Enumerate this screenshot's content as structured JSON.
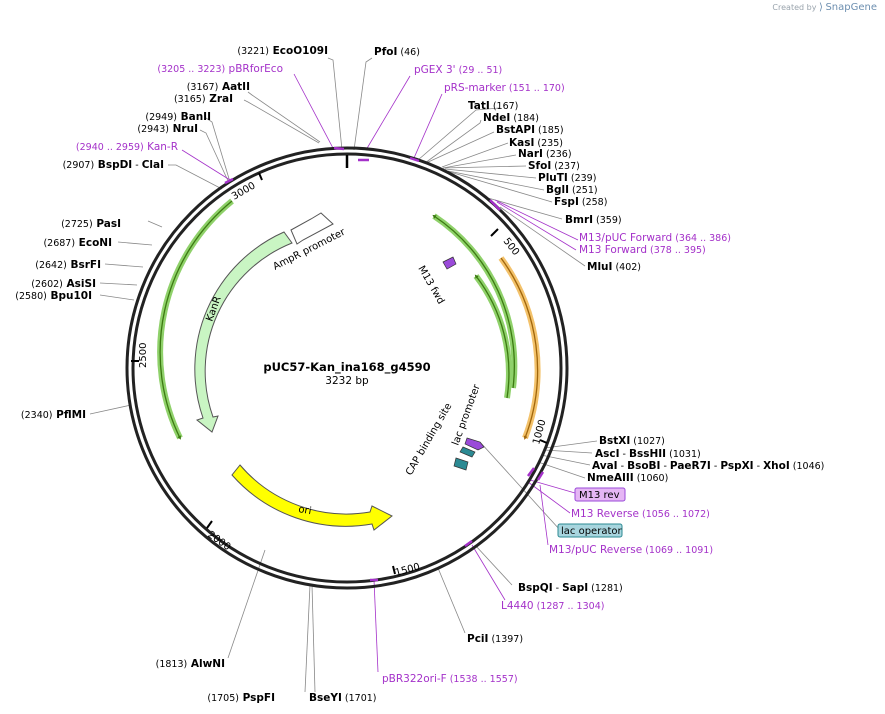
{
  "brand": {
    "created_by": "Created by",
    "name": "SnapGene"
  },
  "plasmid": {
    "name": "pUC57-Kan_ina168_g4590",
    "length": "3232 bp"
  },
  "ticks": [
    "500",
    "1000",
    "1500",
    "2000",
    "2500",
    "3000"
  ],
  "features": {
    "ampr_promoter": "AmpR promoter",
    "kanr": "KanR",
    "ori": "ori",
    "m13_fwd": "M13 fwd",
    "lac_promoter": "lac promoter",
    "cap_site": "CAP binding site"
  },
  "enzymes": [
    {
      "parts": [
        {
          "t": "(3221)",
          "k": "pos"
        },
        {
          "t": " EcoO109I",
          "k": "enz"
        }
      ]
    },
    {
      "parts": [
        {
          "t": "PfoI",
          "k": "enz"
        },
        {
          "t": "  (46)",
          "k": "pos"
        }
      ]
    },
    {
      "parts": [
        {
          "t": "(3167)",
          "k": "pos"
        },
        {
          "t": " AatII",
          "k": "enz"
        }
      ]
    },
    {
      "parts": [
        {
          "t": "(3165)",
          "k": "pos"
        },
        {
          "t": " ZraI",
          "k": "enz"
        }
      ]
    },
    {
      "parts": [
        {
          "t": "(2949)",
          "k": "pos"
        },
        {
          "t": " BanII",
          "k": "enz"
        }
      ]
    },
    {
      "parts": [
        {
          "t": "(2943)",
          "k": "pos"
        },
        {
          "t": " NruI",
          "k": "enz"
        }
      ]
    },
    {
      "parts": [
        {
          "t": "(2907)",
          "k": "pos"
        },
        {
          "t": " BspDI",
          "k": "enz"
        },
        {
          "t": "  - ",
          "k": "pos"
        },
        {
          "t": "ClaI",
          "k": "enz"
        }
      ]
    },
    {
      "parts": [
        {
          "t": "TatI",
          "k": "enz"
        },
        {
          "t": "  (167)",
          "k": "pos"
        }
      ]
    },
    {
      "parts": [
        {
          "t": "NdeI",
          "k": "enz"
        },
        {
          "t": "  (184)",
          "k": "pos"
        }
      ]
    },
    {
      "parts": [
        {
          "t": "BstAPI",
          "k": "enz"
        },
        {
          "t": "  (185)",
          "k": "pos"
        }
      ]
    },
    {
      "parts": [
        {
          "t": "KasI",
          "k": "enz"
        },
        {
          "t": "  (235)",
          "k": "pos"
        }
      ]
    },
    {
      "parts": [
        {
          "t": "NarI",
          "k": "enz"
        },
        {
          "t": "  (236)",
          "k": "pos"
        }
      ]
    },
    {
      "parts": [
        {
          "t": "SfoI",
          "k": "enz"
        },
        {
          "t": "  (237)",
          "k": "pos"
        }
      ]
    },
    {
      "parts": [
        {
          "t": "PluTI",
          "k": "enz"
        },
        {
          "t": "  (239)",
          "k": "pos"
        }
      ]
    },
    {
      "parts": [
        {
          "t": "BglI",
          "k": "enz"
        },
        {
          "t": "  (251)",
          "k": "pos"
        }
      ]
    },
    {
      "parts": [
        {
          "t": "FspI",
          "k": "enz"
        },
        {
          "t": "  (258)",
          "k": "pos"
        }
      ]
    },
    {
      "parts": [
        {
          "t": "BmrI",
          "k": "enz"
        },
        {
          "t": "  (359)",
          "k": "pos"
        }
      ]
    },
    {
      "parts": [
        {
          "t": "MluI",
          "k": "enz"
        },
        {
          "t": "  (402)",
          "k": "pos"
        }
      ]
    },
    {
      "parts": [
        {
          "t": "(2725)",
          "k": "pos"
        },
        {
          "t": " PasI",
          "k": "enz"
        }
      ]
    },
    {
      "parts": [
        {
          "t": "(2687)",
          "k": "pos"
        },
        {
          "t": " EcoNI",
          "k": "enz"
        }
      ]
    },
    {
      "parts": [
        {
          "t": "(2642)",
          "k": "pos"
        },
        {
          "t": " BsrFI",
          "k": "enz"
        }
      ]
    },
    {
      "parts": [
        {
          "t": "(2602)",
          "k": "pos"
        },
        {
          "t": " AsiSI",
          "k": "enz"
        }
      ]
    },
    {
      "parts": [
        {
          "t": "(2580)",
          "k": "pos"
        },
        {
          "t": " Bpu10I",
          "k": "enz"
        }
      ]
    },
    {
      "parts": [
        {
          "t": "(2340)",
          "k": "pos"
        },
        {
          "t": " PflMI",
          "k": "enz"
        }
      ]
    },
    {
      "parts": [
        {
          "t": "BstXI",
          "k": "enz"
        },
        {
          "t": "  (1027)",
          "k": "pos"
        }
      ]
    },
    {
      "parts": [
        {
          "t": "AscI",
          "k": "enz"
        },
        {
          "t": "  - ",
          "k": "pos"
        },
        {
          "t": "BssHII",
          "k": "enz"
        },
        {
          "t": "  (1031)",
          "k": "pos"
        }
      ]
    },
    {
      "parts": [
        {
          "t": "AvaI",
          "k": "enz"
        },
        {
          "t": "  - ",
          "k": "pos"
        },
        {
          "t": "BsoBI",
          "k": "enz"
        },
        {
          "t": "  - ",
          "k": "pos"
        },
        {
          "t": "PaeR7I",
          "k": "enz"
        },
        {
          "t": "  - ",
          "k": "pos"
        },
        {
          "t": "PspXI",
          "k": "enz"
        },
        {
          "t": "  - ",
          "k": "pos"
        },
        {
          "t": "XhoI",
          "k": "enz"
        },
        {
          "t": "  (1046)",
          "k": "pos"
        }
      ]
    },
    {
      "parts": [
        {
          "t": "NmeAIII",
          "k": "enz"
        },
        {
          "t": "  (1060)",
          "k": "pos"
        }
      ]
    },
    {
      "parts": [
        {
          "t": "BspQI",
          "k": "enz"
        },
        {
          "t": "  - ",
          "k": "pos"
        },
        {
          "t": "SapI",
          "k": "enz"
        },
        {
          "t": "  (1281)",
          "k": "pos"
        }
      ]
    },
    {
      "parts": [
        {
          "t": "PciI",
          "k": "enz"
        },
        {
          "t": "  (1397)",
          "k": "pos"
        }
      ]
    },
    {
      "parts": [
        {
          "t": "(1813)",
          "k": "pos"
        },
        {
          "t": " AlwNI",
          "k": "enz"
        }
      ]
    },
    {
      "parts": [
        {
          "t": "(1705)",
          "k": "pos"
        },
        {
          "t": " PspFI",
          "k": "enz"
        }
      ]
    },
    {
      "parts": [
        {
          "t": "BseYI",
          "k": "enz"
        },
        {
          "t": "  (1701)",
          "k": "pos"
        }
      ]
    }
  ],
  "primers": [
    {
      "parts": [
        {
          "t": "(3205 .. 3223)",
          "k": "primpos"
        },
        {
          "t": "  pBRforEco",
          "k": "prim"
        }
      ]
    },
    {
      "parts": [
        {
          "t": "pGEX 3'",
          "k": "prim"
        },
        {
          "t": "     (29 .. 51)",
          "k": "primpos"
        }
      ]
    },
    {
      "parts": [
        {
          "t": "pRS-marker",
          "k": "prim"
        },
        {
          "t": "   (151 .. 170)",
          "k": "primpos"
        }
      ]
    },
    {
      "parts": [
        {
          "t": "(2940 .. 2959)",
          "k": "primpos"
        },
        {
          "t": "  Kan-R",
          "k": "prim"
        }
      ]
    },
    {
      "parts": [
        {
          "t": "M13/pUC Forward",
          "k": "prim"
        },
        {
          "t": "   (364 .. 386)",
          "k": "primpos"
        }
      ]
    },
    {
      "parts": [
        {
          "t": "M13 Forward",
          "k": "prim"
        },
        {
          "t": "   (378 .. 395)",
          "k": "primpos"
        }
      ]
    },
    {
      "parts": [
        {
          "t": "M13 Reverse",
          "k": "prim"
        },
        {
          "t": "   (1056 .. 1072)",
          "k": "primpos"
        }
      ]
    },
    {
      "parts": [
        {
          "t": "M13/pUC Reverse",
          "k": "prim"
        },
        {
          "t": "   (1069 .. 1091)",
          "k": "primpos"
        }
      ]
    },
    {
      "parts": [
        {
          "t": "L4440",
          "k": "prim"
        },
        {
          "t": "   (1287 .. 1304)",
          "k": "primpos"
        }
      ]
    },
    {
      "parts": [
        {
          "t": "pBR322ori-F",
          "k": "prim"
        },
        {
          "t": "    (1538 .. 1557)",
          "k": "primpos"
        }
      ]
    }
  ],
  "boxes": {
    "m13_rev": "M13 rev",
    "lac_operator": "lac operator"
  }
}
